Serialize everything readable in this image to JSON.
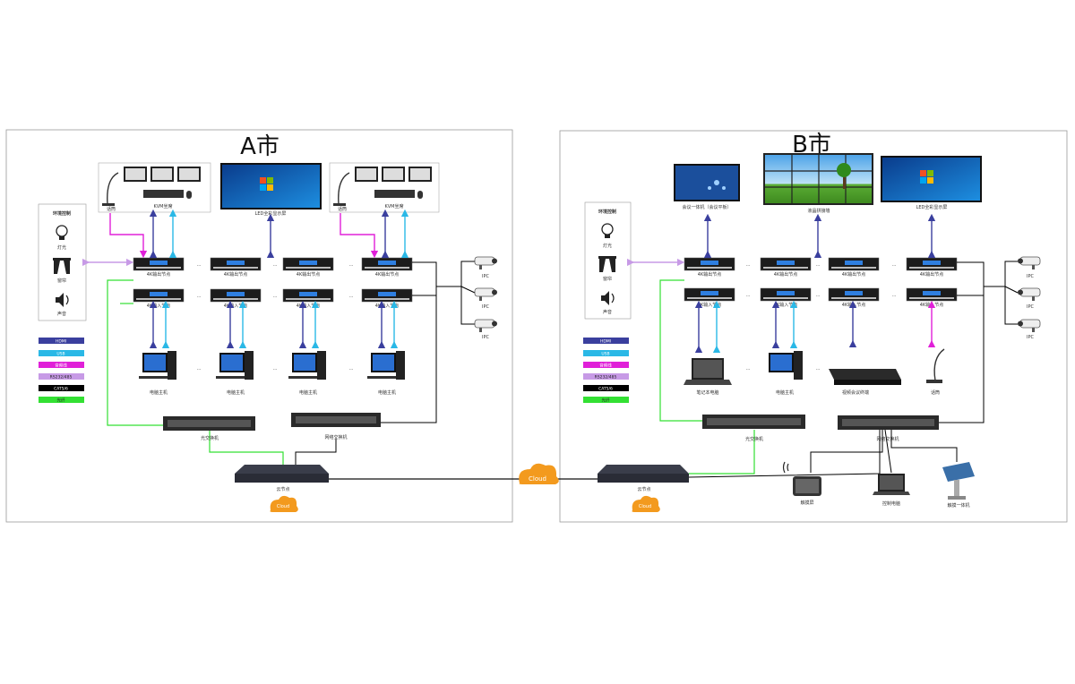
{
  "cities": {
    "a": {
      "title": "A市"
    },
    "b": {
      "title": "B市"
    }
  },
  "env_panel": {
    "title": "环境控制",
    "items": [
      "灯光",
      "窗帘",
      "声音"
    ]
  },
  "legend": [
    {
      "label": "HDMI",
      "color": "#3a3f9e"
    },
    {
      "label": "USB",
      "color": "#2ab8e6"
    },
    {
      "label": "音频线",
      "color": "#e020d8"
    },
    {
      "label": "RS232/485",
      "color": "#c79ae6"
    },
    {
      "label": "CAT5/6",
      "color": "#000000"
    },
    {
      "label": "光纤",
      "color": "#33e033"
    }
  ],
  "labels": {
    "kvm_seat": "KVM坐席",
    "mic": "话筒",
    "led_screen": "LED全彩显示屏",
    "out_node": "4K输出节点",
    "in_node": "4K输入节点",
    "pc": "电脑主机",
    "ipc": "IPC",
    "optical_switch": "光交换机",
    "network_switch": "网络交换机",
    "cloud_node": "云节点",
    "cloud": "Cloud",
    "conf_panel": "会议一体机（会议平板）",
    "lcd_wall": "液晶拼接墙",
    "laptop": "笔记本电脑",
    "video_terminal": "视频会议终端",
    "touch_screen": "触摸屏",
    "control_pc": "控制电脑",
    "touch_kiosk": "触摸一体机",
    "dots": "···"
  },
  "colors": {
    "hdmi": "#3a3f9e",
    "usb": "#2ab8e6",
    "audio": "#e020d8",
    "rs232": "#c79ae6",
    "cat": "#000000",
    "fiber": "#33e033",
    "cloud": "#f39a1e"
  }
}
